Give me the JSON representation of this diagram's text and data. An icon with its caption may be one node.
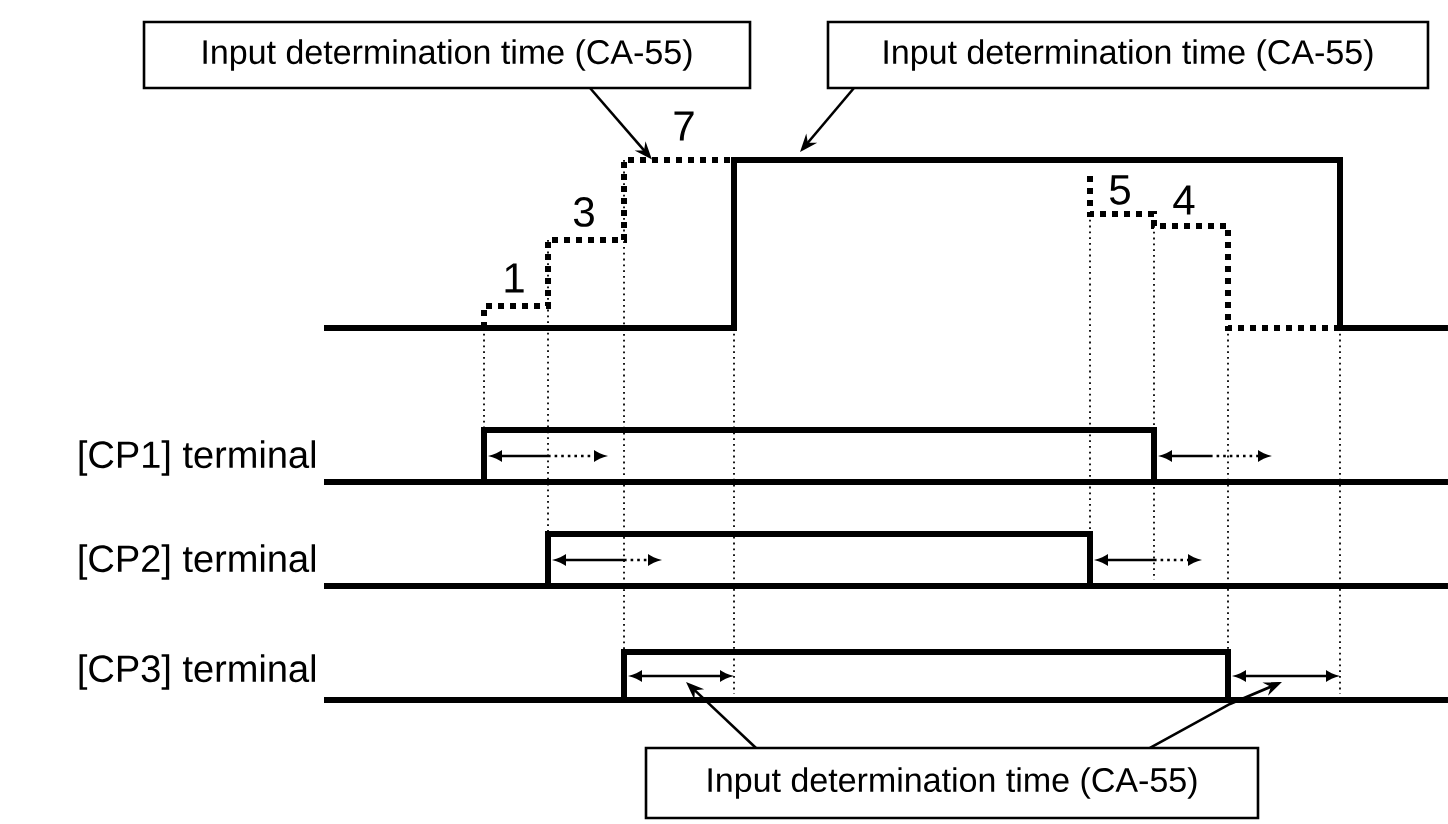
{
  "diagram": {
    "nodes": [
      {
        "text": [
          "Input determination time (CA-55)"
        ]
      },
      {
        "text": [
          "Input determination time (CA-55)"
        ]
      },
      {
        "text": [
          "Input determination time (CA-55)"
        ]
      },
      {
        "text": [],
        "shape": "picture"
      }
    ],
    "edges": [
      {
        "from": 0,
        "to": 3,
        "arrow": "to"
      },
      {
        "from": 1,
        "to": null,
        "arrow": "to"
      },
      {
        "from": 2,
        "to": null,
        "arrow": "to"
      },
      {
        "from": 2,
        "to": null,
        "arrow": "to"
      }
    ],
    "labels": [
      "1",
      "3",
      "7",
      "5",
      "4",
      "[CP1] terminal",
      "[CP2] terminal",
      "[CP3] terminal"
    ]
  }
}
